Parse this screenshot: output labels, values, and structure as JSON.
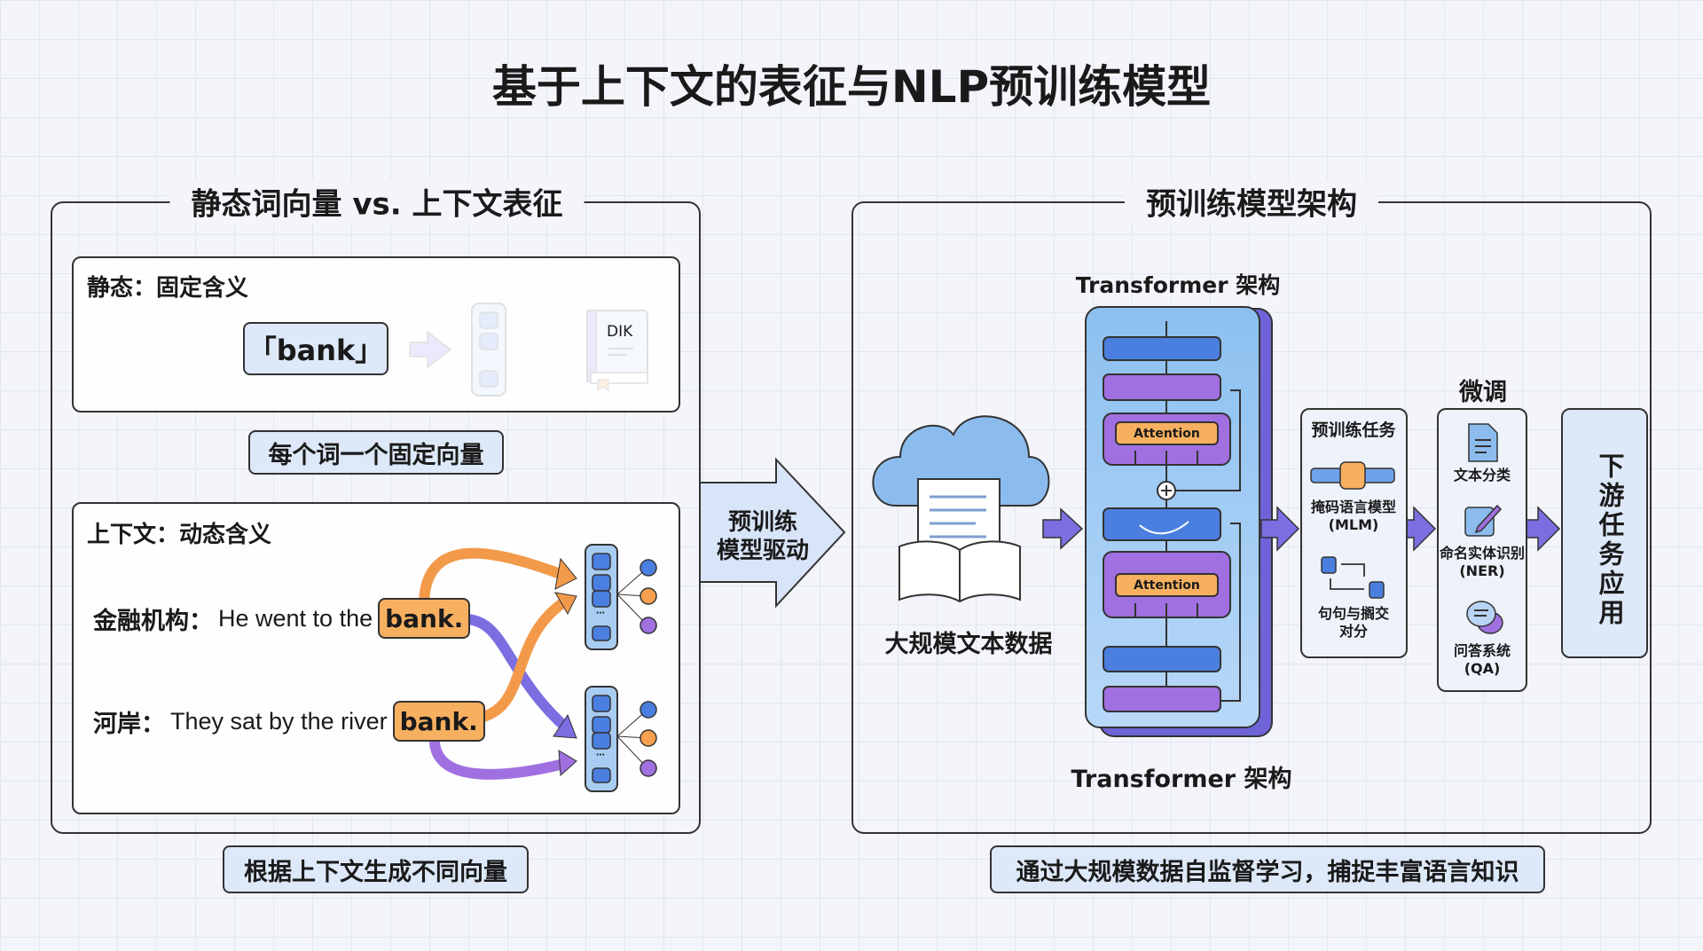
{
  "title": "基于上下文的表征与NLP预训练模型",
  "left": {
    "header": "静态词向量 vs. 上下文表征",
    "static": {
      "label": "静态：固定含义",
      "word": "「bank」",
      "book_text": "DIK",
      "caption": "每个词一个固定向量"
    },
    "context": {
      "label": "上下文：动态含义",
      "sentences": [
        {
          "prefix": "金融机构：",
          "text": "He went to the",
          "word": "bank."
        },
        {
          "prefix": "河岸：",
          "text": "They sat by the river",
          "word": "bank."
        }
      ],
      "vector_ellipsis": "⋯"
    },
    "caption": "根据上下文生成不同向量"
  },
  "middle_arrow": {
    "line1": "预训练",
    "line2": "模型驱动"
  },
  "right": {
    "header": "预训练模型架构",
    "data_label": "大规模文本数据",
    "transformer_top_label": "Transformer 架构",
    "transformer_bottom_label": "Transformer 架构",
    "attention_label": "Attention",
    "pretrain_tasks": {
      "title": "预训练任务",
      "mlm_line1": "掩码语言模型",
      "mlm_line2": "(MLM)",
      "nsp_line1": "句句与搁交",
      "nsp_line2": "对分"
    },
    "finetune": {
      "title": "微调",
      "items": [
        {
          "label": "文本分类",
          "icon": "document-icon"
        },
        {
          "label": "命名实体识别",
          "sub": "(NER)",
          "icon": "edit-icon"
        },
        {
          "label": "问答系统",
          "sub": "(QA)",
          "icon": "chat-icon"
        }
      ]
    },
    "downstream": "下游任务应用",
    "caption": "通过大规模数据自监督学习，捕捉丰富语言知识"
  },
  "colors": {
    "blue": "#4a7fe0",
    "purple": "#9b6fe0",
    "orange": "#f7b060",
    "arrow": "#7a6ee0",
    "light_blue": "#cfe0f8"
  }
}
